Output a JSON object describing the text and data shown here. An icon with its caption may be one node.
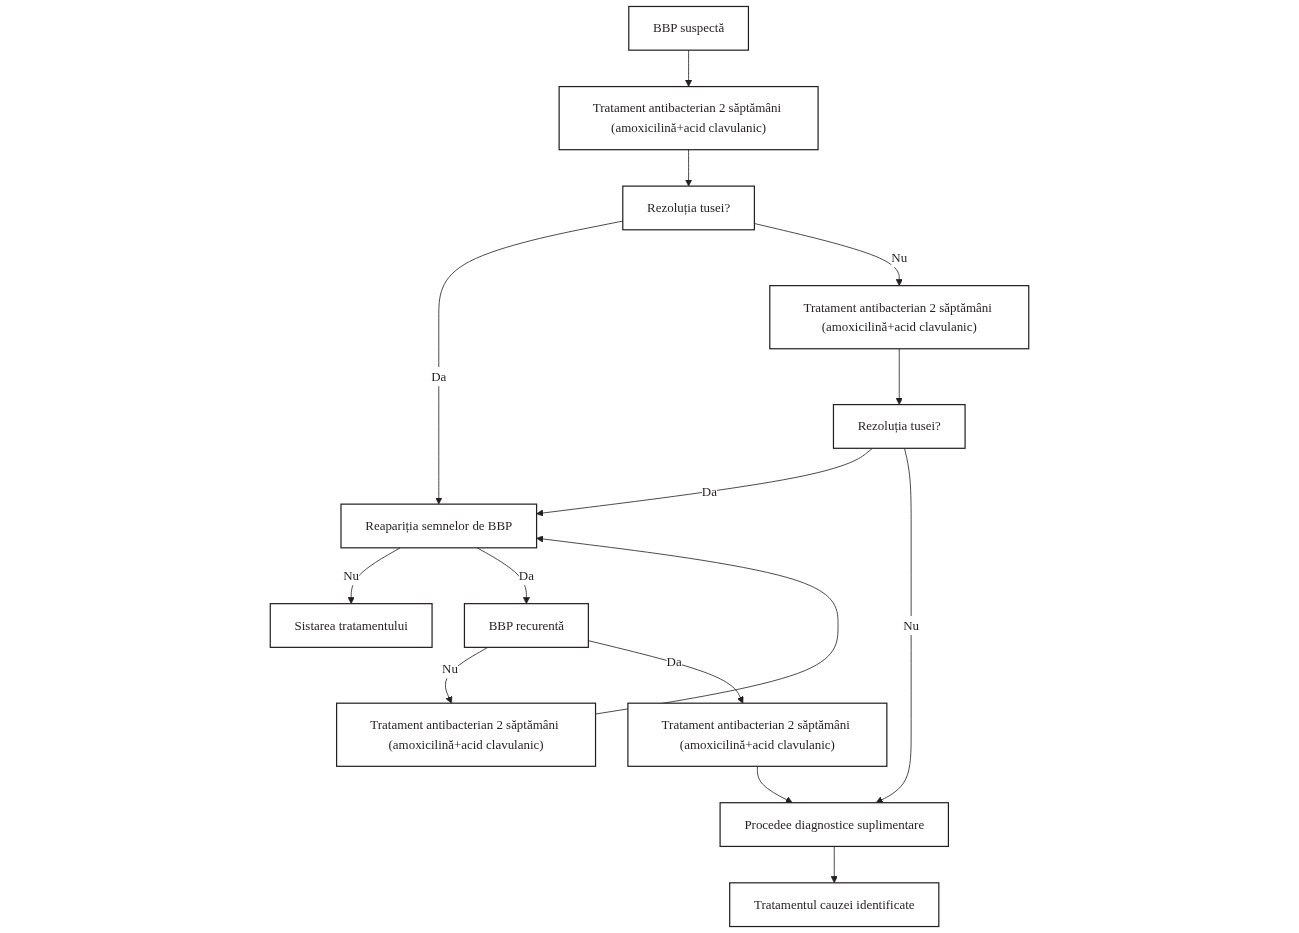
{
  "diagram": {
    "nodes": [
      {
        "text": [
          "BBP suspectă"
        ]
      },
      {
        "text": [
          "Tratament antibacterian 2 săptămâni (amoxicilină+acid clavulanic)"
        ]
      },
      {
        "text": [
          "Sistarea tratamentului"
        ]
      },
      {
        "text": [
          "Rezoluția tusei?"
        ]
      },
      {
        "text": [
          "Reapariția semnelor de BBP"
        ]
      },
      {
        "text": [
          "Tratament antibacterian 2 săptămâni (amoxicilină+acid clavulanic)"
        ]
      },
      {
        "text": [
          "BBP recurentă"
        ]
      },
      {
        "text": [
          "Procedee diagnostice suplimentare"
        ]
      },
      {
        "text": [
          "Rezoluția tusei?"
        ]
      },
      {
        "text": [
          "Tratament antibacterian 2 săptămâni (amoxicilină+acid clavulanic)"
        ]
      },
      {
        "text": [
          "Tratament antibacterian 2 săptămâni (amoxicilină+acid clavulanic)"
        ]
      },
      {
        "text": [
          "Tratamentul cauzei identificate"
        ]
      }
    ],
    "edges": [
      {
        "from": 0,
        "to": 1,
        "arrow": "to"
      },
      {
        "from": 1,
        "to": 3,
        "arrow": "to"
      },
      {
        "from": 3,
        "to": 4,
        "arrow": "to",
        "label": "Da"
      },
      {
        "from": 3,
        "to": 5,
        "arrow": "to",
        "label": "Nu"
      },
      {
        "from": 5,
        "to": 8,
        "arrow": "to"
      },
      {
        "from": 4,
        "to": 2,
        "arrow": "to",
        "label": "Nu"
      },
      {
        "from": 4,
        "to": 6,
        "arrow": "to",
        "label": "Da"
      },
      {
        "from": 6,
        "to": 9,
        "arrow": "to",
        "label": "Nu"
      },
      {
        "from": 6,
        "to": 10,
        "arrow": "to",
        "label": "Da"
      },
      {
        "from": 9,
        "to": 4,
        "arrow": "to"
      },
      {
        "from": 8,
        "to": 4,
        "arrow": "to",
        "label": "Da"
      },
      {
        "from": 8,
        "to": 7,
        "arrow": "to",
        "label": "Nu"
      },
      {
        "from": 10,
        "to": 7,
        "arrow": "to"
      },
      {
        "from": 7,
        "to": 11,
        "arrow": "to"
      }
    ]
  }
}
